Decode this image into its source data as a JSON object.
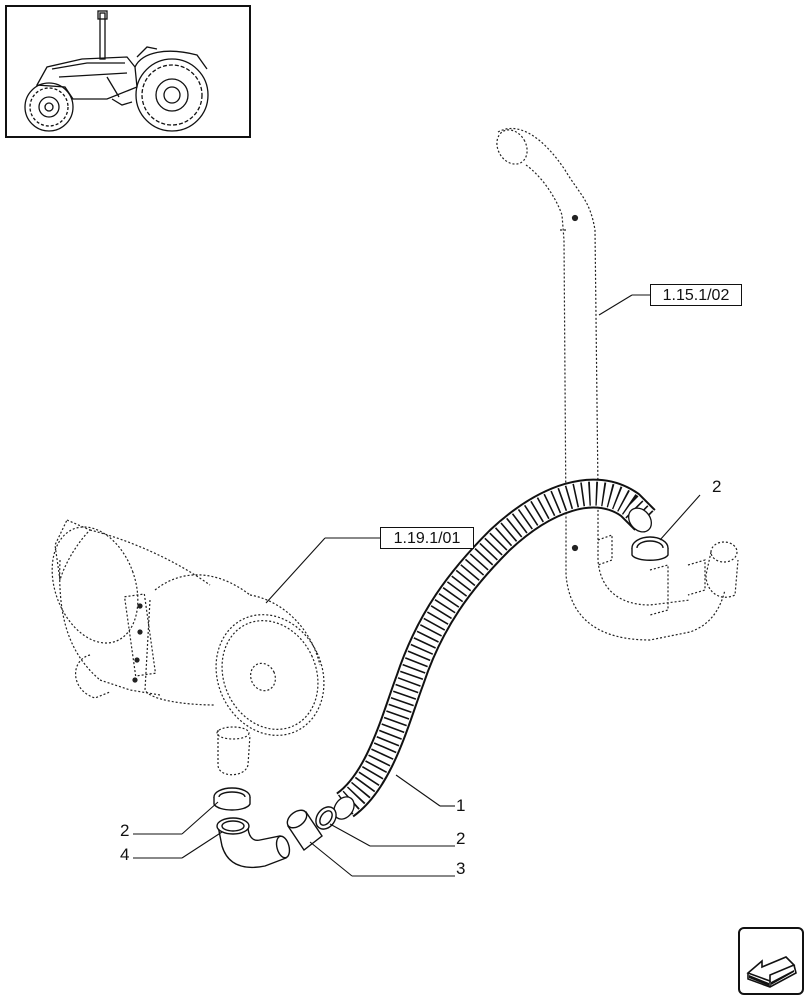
{
  "references": {
    "intake_pipe": "1.15.1/02",
    "air_filter": "1.19.1/01"
  },
  "callouts": {
    "upper_clamp": "2",
    "hose": "1",
    "middle_clamp": "2",
    "sleeve": "3",
    "lower_clamp": "2",
    "elbow": "4"
  },
  "icons": {
    "thumbnail": "tractor-icon",
    "navigation": "arrow-return-icon"
  }
}
